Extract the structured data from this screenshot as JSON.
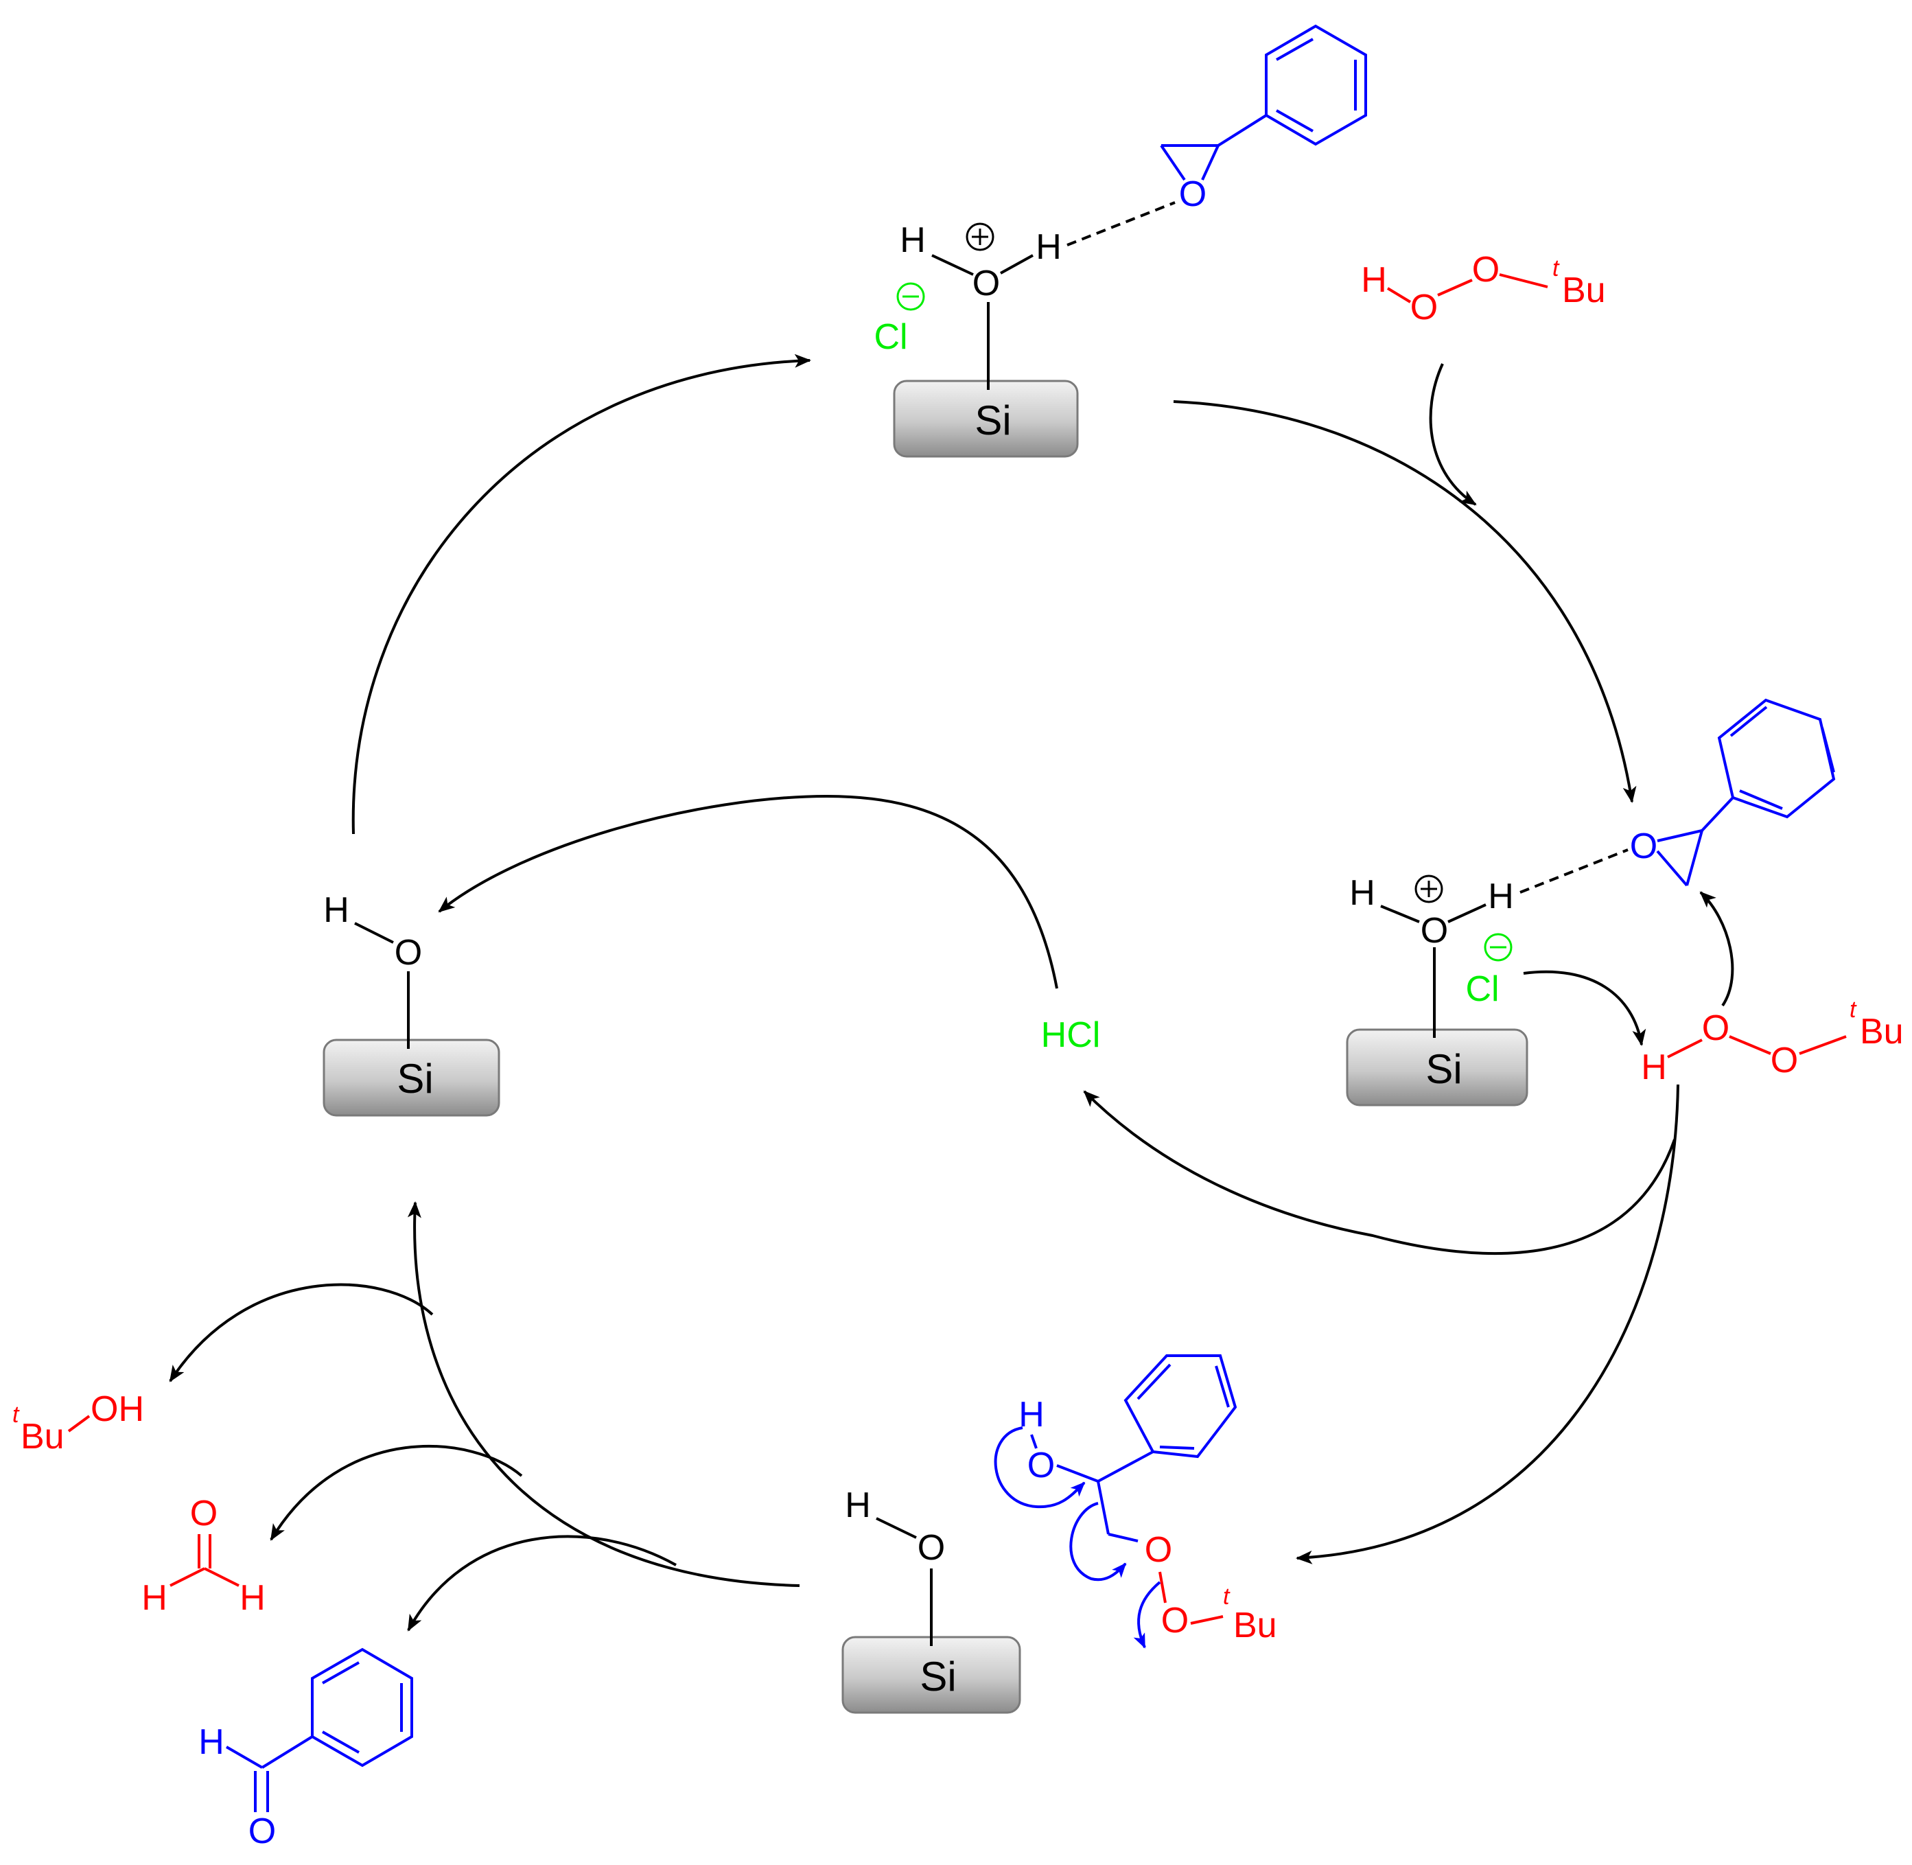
{
  "colors": {
    "black": "#000000",
    "blue": "#0000ff",
    "red": "#ff0000",
    "green": "#00ee00",
    "support_gradient_light": "#f2f2f2",
    "support_gradient_dark": "#8c8c8c"
  },
  "labels": {
    "si": "Si",
    "o": "O",
    "h": "H",
    "cl": "Cl",
    "hcl": "HCl",
    "tbu_t": "t",
    "tbu_bu": "Bu",
    "oh": "OH"
  },
  "species": {
    "top_complex": "Si–OH2+ Cl− · styrene oxide",
    "right_complex": "Si–OH2+ Cl− · styrene oxide · tBuOOH",
    "left_silanol": "Si–OH",
    "bottom_silanol": "Si–OH",
    "tbhp_reagent": "H–O–O–tBu",
    "peroxy_intermediate": "PhCH(OH)CH2–O–O–tBu",
    "product_tbuoh": "tBu–OH",
    "product_formaldehyde": "H2C=O",
    "product_benzaldehyde": "PhCHO",
    "hcl": "HCl"
  }
}
